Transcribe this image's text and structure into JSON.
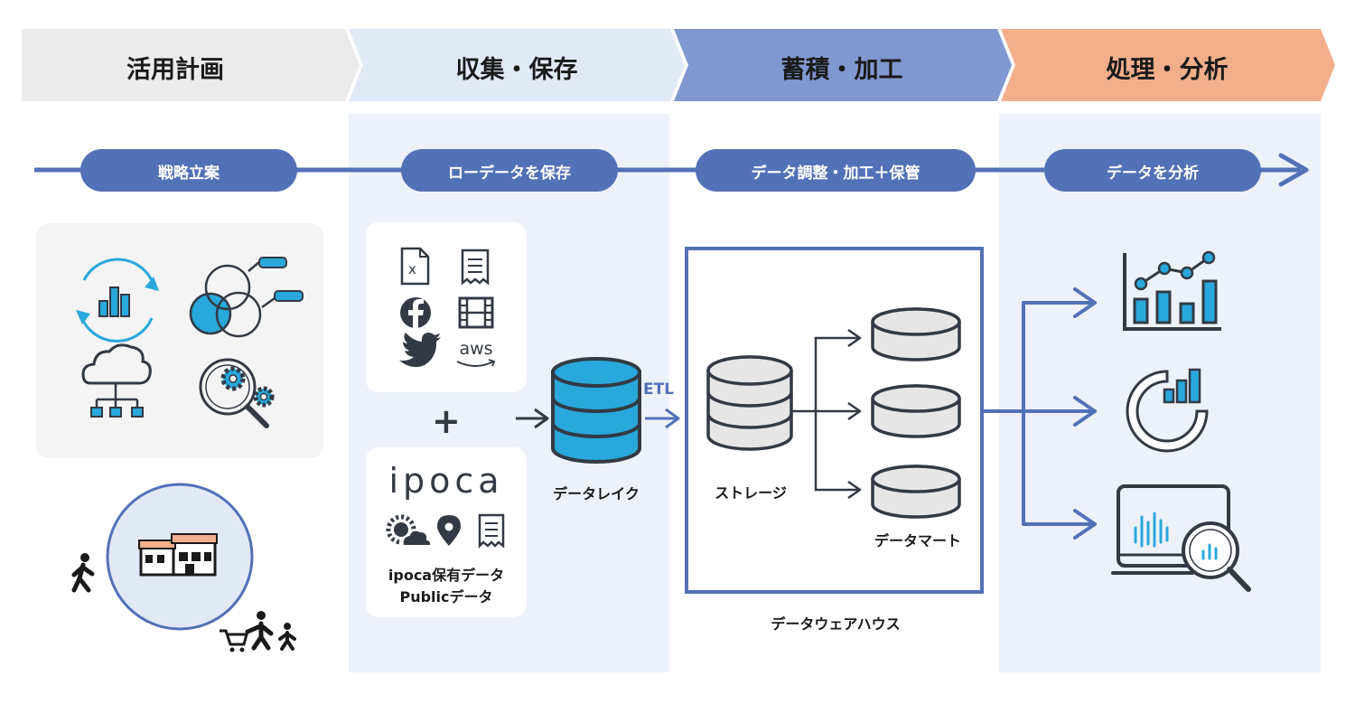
{
  "stages": [
    "活用計画",
    "収集・保存",
    "蓄積・加工",
    "処理・分析"
  ],
  "steps": [
    "戦略立案",
    "ローデータを保存",
    "データ調整・加工＋保管",
    "データを分析"
  ],
  "sources": {
    "top_icons": [
      "excel-file-icon",
      "receipt-icon",
      "facebook-icon",
      "film-icon",
      "twitter-icon",
      "aws-icon"
    ],
    "aws_label": "aws",
    "plus": "+",
    "logo": "ipoca",
    "bottom_icons": [
      "weather-icon",
      "location-pin-icon",
      "receipt-icon"
    ],
    "caption_line1": "ipoca保有データ",
    "caption_line2": "Publicデータ"
  },
  "lake": {
    "etl": "ETL",
    "label": "データレイク"
  },
  "warehouse": {
    "storage": "ストレージ",
    "mart": "データマート",
    "label": "データウェアハウス"
  },
  "colors": {
    "stage1": "#ebebeb",
    "stage2": "#e2e9f6",
    "stage3": "#8097d0",
    "stage4": "#f3ae8c",
    "column_bg": "#edf1fa",
    "accent": "#5371b7",
    "cyan": "#29a8dc",
    "dark": "#333a44"
  }
}
